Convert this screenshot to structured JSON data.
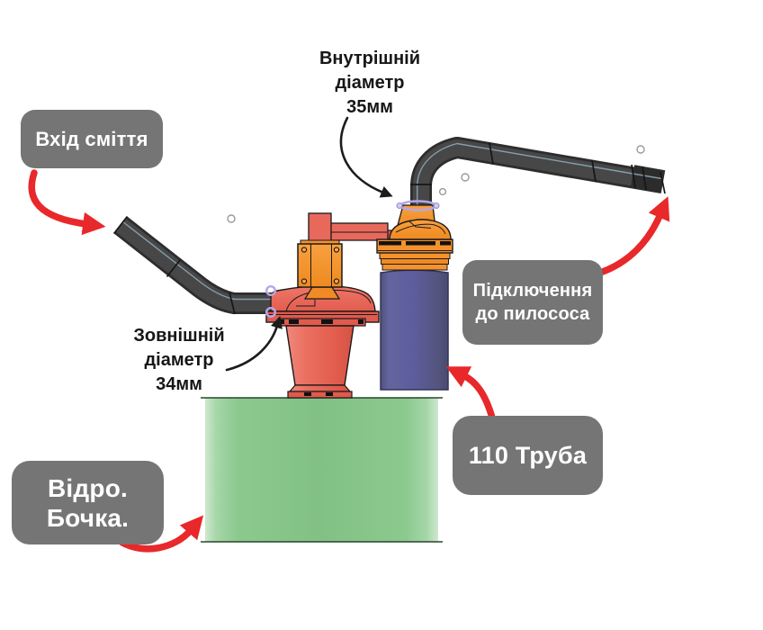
{
  "annotations": {
    "inlet_label": "Вхід сміття",
    "inner_diameter": {
      "lines": [
        "Внутрішній",
        "діаметр",
        "35мм"
      ]
    },
    "outer_diameter": {
      "lines": [
        "Зовнішній",
        "діаметр",
        "34мм"
      ]
    },
    "vacuum_label": {
      "lines": [
        "Підключення",
        "до пилососа"
      ]
    },
    "pipe_label": "110 Труба",
    "bucket_label": {
      "lines": [
        "Відро.",
        "Бочка."
      ]
    }
  },
  "colors": {
    "label_bg": "#757575",
    "label_text": "#ffffff",
    "note_text": "#161616",
    "arrow_red": "#e8282a",
    "arrow_black": "#1c1c1c",
    "pipe_dark": "#3a3a3a",
    "pipe_stripe": "#93aebe",
    "cyclone_red": "#e8695c",
    "cyclone_red_dark": "#e05a4e",
    "fitting_orange": "#f5922e",
    "fitting_orange_dark": "#ef8a25",
    "pipe_blue": "#5d5e9f",
    "barrel_green": "#84c487",
    "joint_purple": "#b5a7e6",
    "bubble_gray": "#9a9a9a",
    "outline": "#1a1a1a"
  },
  "parts": [
    {
      "name": "waste-inlet-pipe",
      "color_ref": "pipe_dark"
    },
    {
      "name": "cyclone-separator-body",
      "color_ref": "cyclone_red"
    },
    {
      "name": "mounting-bracket",
      "color_ref": "fitting_orange"
    },
    {
      "name": "separator-lid",
      "color_ref": "fitting_orange"
    },
    {
      "name": "riser-pipe-110",
      "color_ref": "pipe_blue"
    },
    {
      "name": "vacuum-outlet-pipe",
      "color_ref": "pipe_dark"
    },
    {
      "name": "collection-barrel",
      "color_ref": "barrel_green"
    }
  ]
}
